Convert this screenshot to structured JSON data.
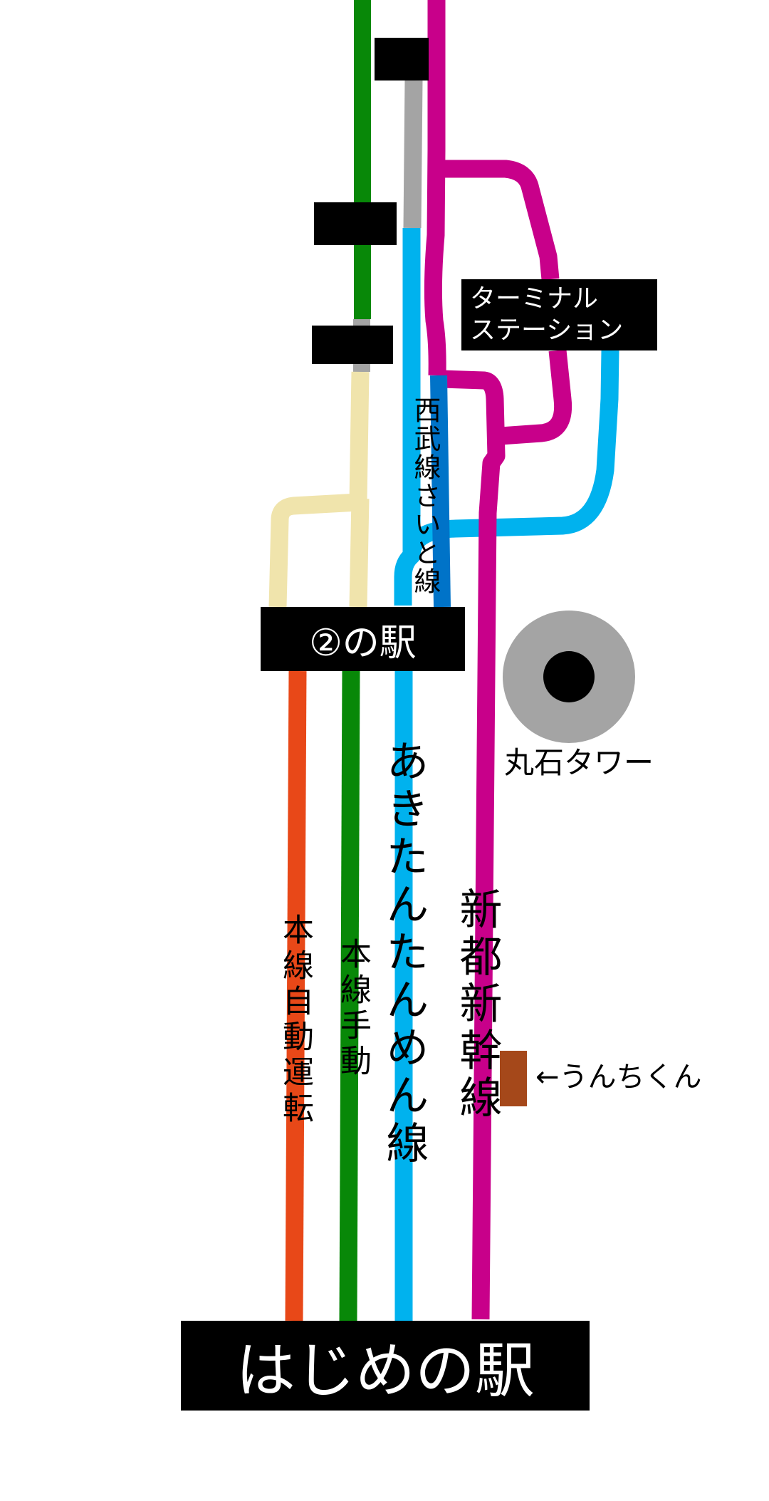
{
  "colors": {
    "honsen_jido": "#E84818",
    "honsen_shudo": "#088808",
    "akitan": "#00B2EE",
    "shinto": "#C8008A",
    "seibu": "#0073C8",
    "beige": "#F0E4AC",
    "gray": "#A4A4A4",
    "station": "#000000",
    "unchi": "#A5481A"
  },
  "stations": {
    "terminal": {
      "line1": "ターミナル",
      "line2": "ステーション"
    },
    "second": "②の駅",
    "first": "はじめの駅",
    "unnamed": [
      "",
      "",
      ""
    ]
  },
  "lines": {
    "honsen_jido": "本線自動運転",
    "honsen_shudo": "本線手動",
    "akitan": "あきたんたんめん線",
    "shinto": "新都新幹線",
    "seibu": "西武線さいと線"
  },
  "landmarks": {
    "tower": {
      "label": "丸石タワー",
      "icon": "tower-circle-icon"
    },
    "unchi": {
      "label": "←うんちくん",
      "icon": "brown-block-icon"
    }
  }
}
